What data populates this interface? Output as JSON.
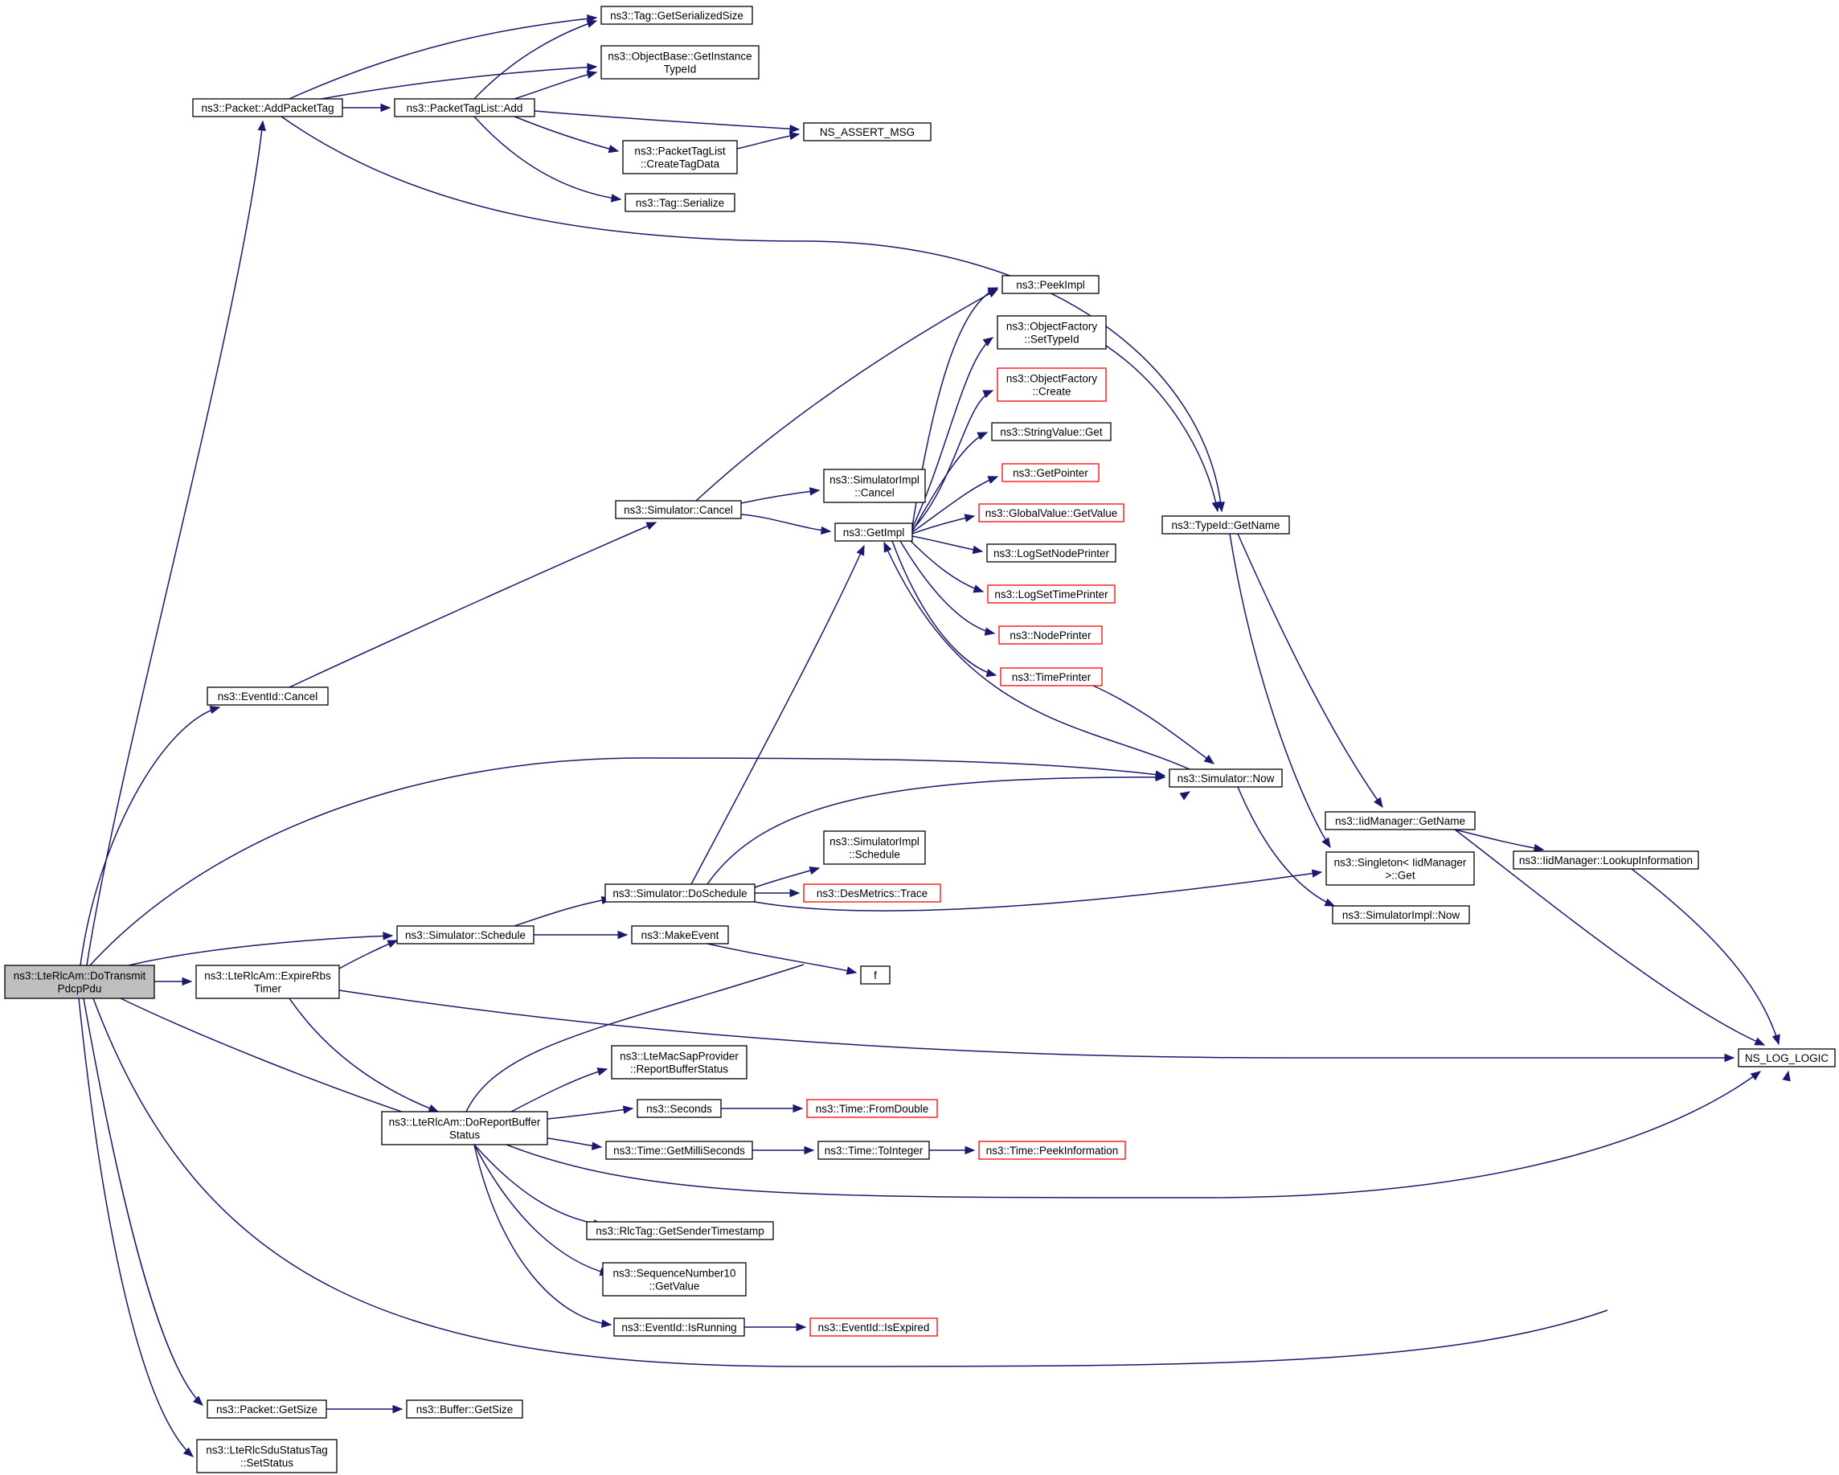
{
  "colors": {
    "edge": "#191970",
    "node_border": "#000000",
    "node_border_truncated": "#ff0000",
    "node_fill": "#ffffff",
    "root_fill": "#bfbfbf"
  },
  "nodes": [
    {
      "id": "root",
      "lines": [
        "ns3::LteRlcAm::DoTransmit",
        "PdcpPdu"
      ],
      "style": "root"
    },
    {
      "id": "addPacketTag",
      "lines": [
        "ns3::Packet::AddPacketTag"
      ],
      "style": "normal"
    },
    {
      "id": "tagGetSerializedSize",
      "lines": [
        "ns3::Tag::GetSerializedSize"
      ],
      "style": "normal"
    },
    {
      "id": "objectBaseGetInstanceTypeId",
      "lines": [
        "ns3::ObjectBase::GetInstance",
        "TypeId"
      ],
      "style": "normal"
    },
    {
      "id": "packetTagListAdd",
      "lines": [
        "ns3::PacketTagList::Add"
      ],
      "style": "normal"
    },
    {
      "id": "nsAssertMsg",
      "lines": [
        "NS_ASSERT_MSG"
      ],
      "style": "normal"
    },
    {
      "id": "packetTagListCreateTagData",
      "lines": [
        "ns3::PacketTagList",
        "::CreateTagData"
      ],
      "style": "normal"
    },
    {
      "id": "tagSerialize",
      "lines": [
        "ns3::Tag::Serialize"
      ],
      "style": "normal"
    },
    {
      "id": "peekImpl",
      "lines": [
        "ns3::PeekImpl"
      ],
      "style": "normal"
    },
    {
      "id": "objectFactorySetTypeId",
      "lines": [
        "ns3::ObjectFactory",
        "::SetTypeId"
      ],
      "style": "normal"
    },
    {
      "id": "objectFactoryCreate",
      "lines": [
        "ns3::ObjectFactory",
        "::Create"
      ],
      "style": "truncated"
    },
    {
      "id": "stringValueGet",
      "lines": [
        "ns3::StringValue::Get"
      ],
      "style": "normal"
    },
    {
      "id": "getPointer",
      "lines": [
        "ns3::GetPointer"
      ],
      "style": "truncated"
    },
    {
      "id": "globalValueGetValue",
      "lines": [
        "ns3::GlobalValue::GetValue"
      ],
      "style": "truncated"
    },
    {
      "id": "logSetNodePrinter",
      "lines": [
        "ns3::LogSetNodePrinter"
      ],
      "style": "normal"
    },
    {
      "id": "logSetTimePrinter",
      "lines": [
        "ns3::LogSetTimePrinter"
      ],
      "style": "truncated"
    },
    {
      "id": "nodePrinter",
      "lines": [
        "ns3::NodePrinter"
      ],
      "style": "truncated"
    },
    {
      "id": "timePrinter",
      "lines": [
        "ns3::TimePrinter"
      ],
      "style": "truncated"
    },
    {
      "id": "simulatorImplCancel",
      "lines": [
        "ns3::SimulatorImpl",
        "::Cancel"
      ],
      "style": "normal"
    },
    {
      "id": "simulatorCancel",
      "lines": [
        "ns3::Simulator::Cancel"
      ],
      "style": "normal"
    },
    {
      "id": "getImpl",
      "lines": [
        "ns3::GetImpl"
      ],
      "style": "normal"
    },
    {
      "id": "typeIdGetName",
      "lines": [
        "ns3::TypeId::GetName"
      ],
      "style": "normal"
    },
    {
      "id": "eventIdCancel",
      "lines": [
        "ns3::EventId::Cancel"
      ],
      "style": "normal"
    },
    {
      "id": "simulatorNow",
      "lines": [
        "ns3::Simulator::Now"
      ],
      "style": "normal"
    },
    {
      "id": "iidManagerGetName",
      "lines": [
        "ns3::IidManager::GetName"
      ],
      "style": "normal"
    },
    {
      "id": "iidManagerLookupInformation",
      "lines": [
        "ns3::IidManager::LookupInformation"
      ],
      "style": "normal"
    },
    {
      "id": "singletonGet",
      "lines": [
        "ns3::Singleton< IidManager",
        " >::Get"
      ],
      "style": "normal"
    },
    {
      "id": "simulatorImplNow",
      "lines": [
        "ns3::SimulatorImpl::Now"
      ],
      "style": "normal"
    },
    {
      "id": "simulatorImplSchedule",
      "lines": [
        "ns3::SimulatorImpl",
        "::Schedule"
      ],
      "style": "normal"
    },
    {
      "id": "simulatorDoSchedule",
      "lines": [
        "ns3::Simulator::DoSchedule"
      ],
      "style": "normal"
    },
    {
      "id": "desMetricsTrace",
      "lines": [
        "ns3::DesMetrics::Trace"
      ],
      "style": "truncated"
    },
    {
      "id": "simulatorSchedule",
      "lines": [
        "ns3::Simulator::Schedule"
      ],
      "style": "normal"
    },
    {
      "id": "makeEvent",
      "lines": [
        "ns3::MakeEvent"
      ],
      "style": "normal"
    },
    {
      "id": "f",
      "lines": [
        "f"
      ],
      "style": "normal"
    },
    {
      "id": "expireRbsTimer",
      "lines": [
        "ns3::LteRlcAm::ExpireRbs",
        "Timer"
      ],
      "style": "normal"
    },
    {
      "id": "nsLogLogic",
      "lines": [
        "NS_LOG_LOGIC"
      ],
      "style": "normal"
    },
    {
      "id": "macSapReportBufferStatus",
      "lines": [
        "ns3::LteMacSapProvider",
        "::ReportBufferStatus"
      ],
      "style": "normal"
    },
    {
      "id": "seconds",
      "lines": [
        "ns3::Seconds"
      ],
      "style": "normal"
    },
    {
      "id": "timeFromDouble",
      "lines": [
        "ns3::Time::FromDouble"
      ],
      "style": "truncated"
    },
    {
      "id": "doReportBufferStatus",
      "lines": [
        "ns3::LteRlcAm::DoReportBuffer",
        "Status"
      ],
      "style": "normal"
    },
    {
      "id": "timeGetMilliSeconds",
      "lines": [
        "ns3::Time::GetMilliSeconds"
      ],
      "style": "normal"
    },
    {
      "id": "timeToInteger",
      "lines": [
        "ns3::Time::ToInteger"
      ],
      "style": "normal"
    },
    {
      "id": "timePeekInformation",
      "lines": [
        "ns3::Time::PeekInformation"
      ],
      "style": "truncated"
    },
    {
      "id": "rlcTagGetSenderTimestamp",
      "lines": [
        "ns3::RlcTag::GetSenderTimestamp"
      ],
      "style": "normal"
    },
    {
      "id": "sequenceNumber10GetValue",
      "lines": [
        "ns3::SequenceNumber10",
        "::GetValue"
      ],
      "style": "normal"
    },
    {
      "id": "eventIdIsRunning",
      "lines": [
        "ns3::EventId::IsRunning"
      ],
      "style": "normal"
    },
    {
      "id": "eventIdIsExpired",
      "lines": [
        "ns3::EventId::IsExpired"
      ],
      "style": "truncated"
    },
    {
      "id": "packetGetSize",
      "lines": [
        "ns3::Packet::GetSize"
      ],
      "style": "normal"
    },
    {
      "id": "bufferGetSize",
      "lines": [
        "ns3::Buffer::GetSize"
      ],
      "style": "normal"
    },
    {
      "id": "sduStatusTagSetStatus",
      "lines": [
        "ns3::LteRlcSduStatusTag",
        "::SetStatus"
      ],
      "style": "normal"
    }
  ],
  "edges": [
    {
      "from": "root",
      "to": "addPacketTag"
    },
    {
      "from": "root",
      "to": "eventIdCancel"
    },
    {
      "from": "root",
      "to": "simulatorNow"
    },
    {
      "from": "root",
      "to": "simulatorSchedule"
    },
    {
      "from": "root",
      "to": "expireRbsTimer"
    },
    {
      "from": "root",
      "to": "doReportBufferStatus"
    },
    {
      "from": "root",
      "to": "nsLogLogic"
    },
    {
      "from": "root",
      "to": "packetGetSize"
    },
    {
      "from": "root",
      "to": "sduStatusTagSetStatus"
    },
    {
      "from": "addPacketTag",
      "to": "tagGetSerializedSize"
    },
    {
      "from": "addPacketTag",
      "to": "objectBaseGetInstanceTypeId"
    },
    {
      "from": "addPacketTag",
      "to": "packetTagListAdd"
    },
    {
      "from": "addPacketTag",
      "to": "typeIdGetName"
    },
    {
      "from": "packetTagListAdd",
      "to": "tagGetSerializedSize"
    },
    {
      "from": "packetTagListAdd",
      "to": "objectBaseGetInstanceTypeId"
    },
    {
      "from": "packetTagListAdd",
      "to": "nsAssertMsg"
    },
    {
      "from": "packetTagListAdd",
      "to": "packetTagListCreateTagData"
    },
    {
      "from": "packetTagListAdd",
      "to": "tagSerialize"
    },
    {
      "from": "packetTagListCreateTagData",
      "to": "nsAssertMsg"
    },
    {
      "from": "eventIdCancel",
      "to": "simulatorCancel"
    },
    {
      "from": "simulatorCancel",
      "to": "peekImpl"
    },
    {
      "from": "simulatorCancel",
      "to": "simulatorImplCancel"
    },
    {
      "from": "simulatorCancel",
      "to": "getImpl"
    },
    {
      "from": "getImpl",
      "to": "peekImpl"
    },
    {
      "from": "getImpl",
      "to": "objectFactorySetTypeId"
    },
    {
      "from": "getImpl",
      "to": "objectFactoryCreate"
    },
    {
      "from": "getImpl",
      "to": "stringValueGet"
    },
    {
      "from": "getImpl",
      "to": "getPointer"
    },
    {
      "from": "getImpl",
      "to": "globalValueGetValue"
    },
    {
      "from": "getImpl",
      "to": "logSetNodePrinter"
    },
    {
      "from": "getImpl",
      "to": "logSetTimePrinter"
    },
    {
      "from": "getImpl",
      "to": "nodePrinter"
    },
    {
      "from": "getImpl",
      "to": "timePrinter"
    },
    {
      "from": "objectFactorySetTypeId",
      "to": "typeIdGetName"
    },
    {
      "from": "timePrinter",
      "to": "simulatorNow"
    },
    {
      "from": "simulatorNow",
      "to": "getImpl"
    },
    {
      "from": "simulatorNow",
      "to": "simulatorImplNow"
    },
    {
      "from": "typeIdGetName",
      "to": "iidManagerGetName"
    },
    {
      "from": "typeIdGetName",
      "to": "singletonGet"
    },
    {
      "from": "iidManagerGetName",
      "to": "iidManagerLookupInformation"
    },
    {
      "from": "iidManagerGetName",
      "to": "nsLogLogic"
    },
    {
      "from": "iidManagerLookupInformation",
      "to": "nsLogLogic"
    },
    {
      "from": "simulatorSchedule",
      "to": "simulatorDoSchedule"
    },
    {
      "from": "simulatorSchedule",
      "to": "makeEvent"
    },
    {
      "from": "simulatorDoSchedule",
      "to": "getImpl"
    },
    {
      "from": "simulatorDoSchedule",
      "to": "simulatorNow"
    },
    {
      "from": "simulatorDoSchedule",
      "to": "simulatorImplSchedule"
    },
    {
      "from": "simulatorDoSchedule",
      "to": "desMetricsTrace"
    },
    {
      "from": "simulatorDoSchedule",
      "to": "singletonGet"
    },
    {
      "from": "makeEvent",
      "to": "f"
    },
    {
      "from": "expireRbsTimer",
      "to": "simulatorSchedule"
    },
    {
      "from": "expireRbsTimer",
      "to": "doReportBufferStatus"
    },
    {
      "from": "expireRbsTimer",
      "to": "nsLogLogic"
    },
    {
      "from": "doReportBufferStatus",
      "to": "simulatorNow"
    },
    {
      "from": "doReportBufferStatus",
      "to": "macSapReportBufferStatus"
    },
    {
      "from": "doReportBufferStatus",
      "to": "seconds"
    },
    {
      "from": "doReportBufferStatus",
      "to": "timeGetMilliSeconds"
    },
    {
      "from": "doReportBufferStatus",
      "to": "nsLogLogic"
    },
    {
      "from": "doReportBufferStatus",
      "to": "rlcTagGetSenderTimestamp"
    },
    {
      "from": "doReportBufferStatus",
      "to": "sequenceNumber10GetValue"
    },
    {
      "from": "doReportBufferStatus",
      "to": "eventIdIsRunning"
    },
    {
      "from": "seconds",
      "to": "timeFromDouble"
    },
    {
      "from": "timeGetMilliSeconds",
      "to": "timeToInteger"
    },
    {
      "from": "timeToInteger",
      "to": "timePeekInformation"
    },
    {
      "from": "eventIdIsRunning",
      "to": "eventIdIsExpired"
    },
    {
      "from": "packetGetSize",
      "to": "bufferGetSize"
    }
  ]
}
